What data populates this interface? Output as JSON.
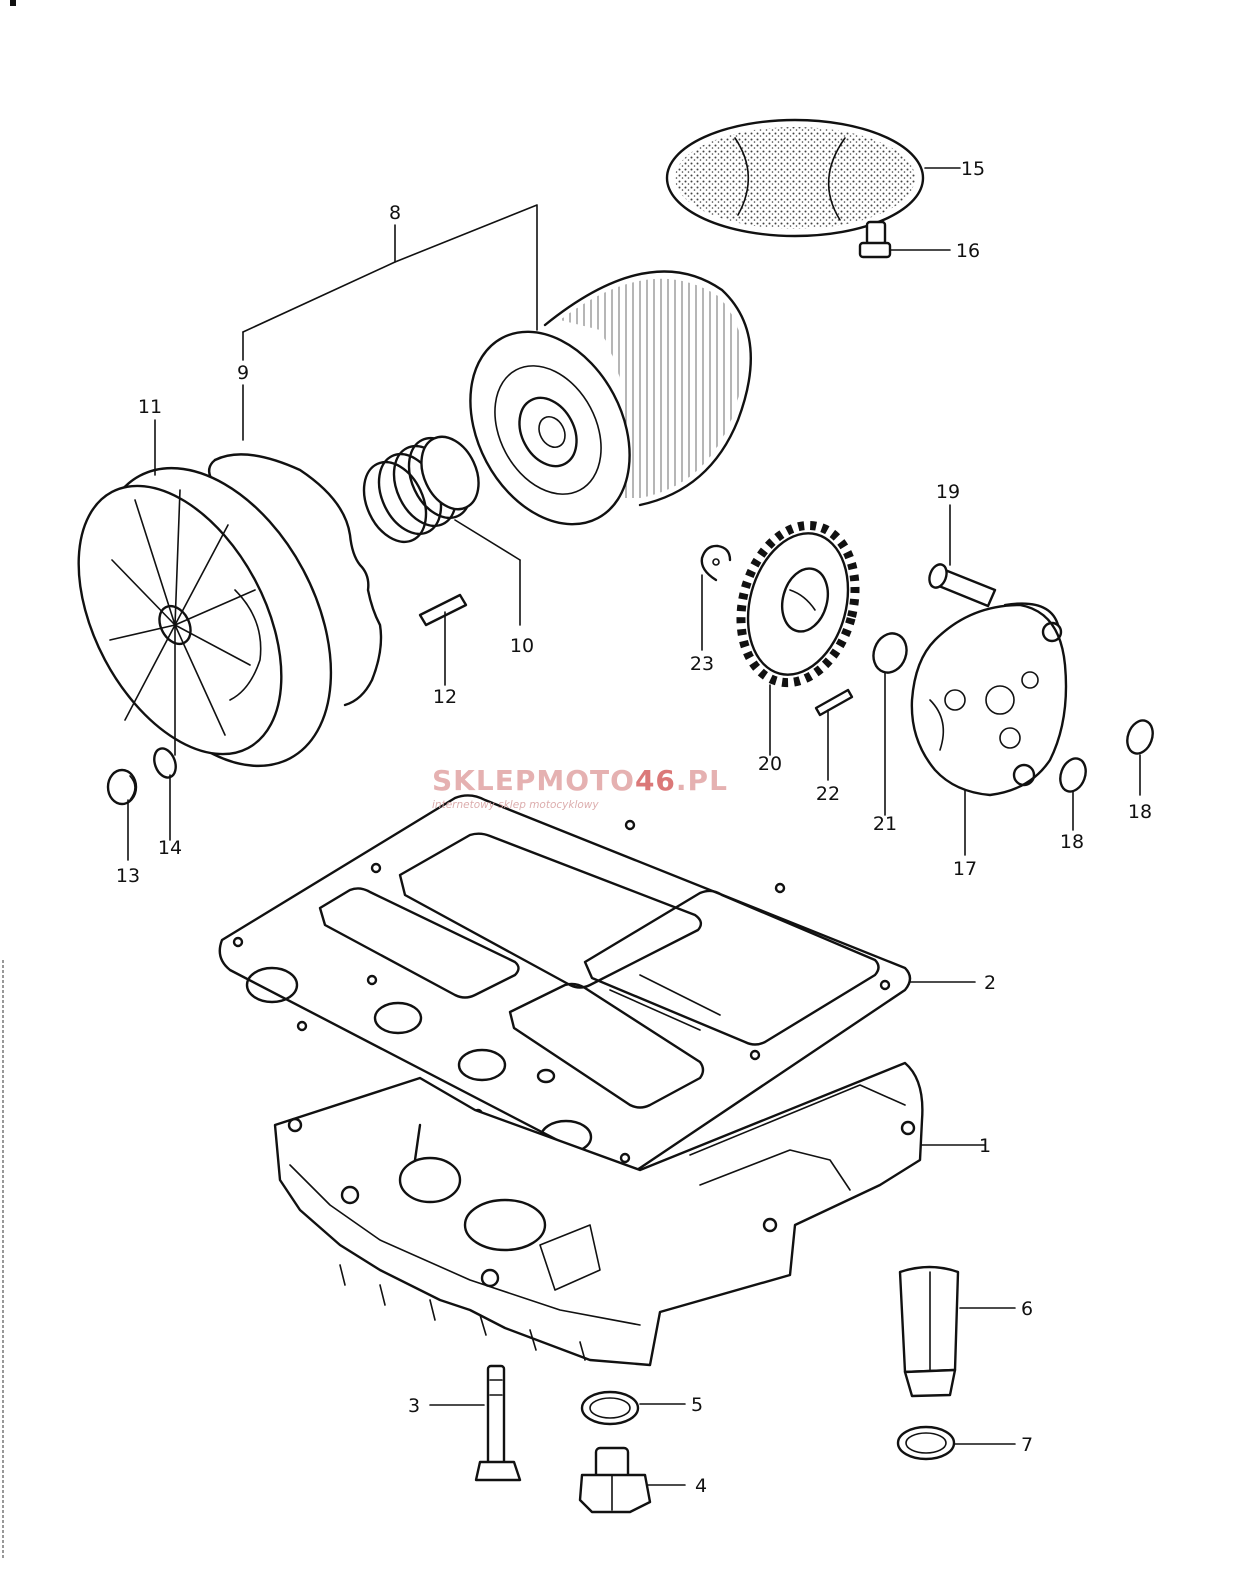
{
  "watermark": {
    "brand_prefix": "SKLEP",
    "brand_main": "MOTO",
    "brand_number": "46",
    "brand_suffix": ".PL",
    "tagline": "internetowy sklep motocyklowy"
  },
  "callouts": [
    {
      "id": "oil-pan",
      "text": "1"
    },
    {
      "id": "oil-pan-gasket",
      "text": "2"
    },
    {
      "id": "pan-bolt",
      "text": "3"
    },
    {
      "id": "drain-plug",
      "text": "4"
    },
    {
      "id": "drain-plug-gasket",
      "text": "5"
    },
    {
      "id": "oil-pressure-switch",
      "text": "6"
    },
    {
      "id": "switch-gasket",
      "text": "7"
    },
    {
      "id": "oil-filter-assy",
      "text": "8"
    },
    {
      "id": "filter-cap-o-ring",
      "text": "9"
    },
    {
      "id": "filter-spring",
      "text": "10"
    },
    {
      "id": "filter-cap",
      "text": "11"
    },
    {
      "id": "dowel-pin-left",
      "text": "12"
    },
    {
      "id": "o-ring-13",
      "text": "13"
    },
    {
      "id": "o-ring-14",
      "text": "14"
    },
    {
      "id": "oil-strainer",
      "text": "15"
    },
    {
      "id": "strainer-screw",
      "text": "16"
    },
    {
      "id": "oil-pump",
      "text": "17"
    },
    {
      "id": "o-ring-18a",
      "text": "18"
    },
    {
      "id": "o-ring-18b",
      "text": "18"
    },
    {
      "id": "pump-bolt",
      "text": "19"
    },
    {
      "id": "pump-gear",
      "text": "20"
    },
    {
      "id": "washer",
      "text": "21"
    },
    {
      "id": "gear-pin",
      "text": "22"
    },
    {
      "id": "circlip",
      "text": "23"
    }
  ]
}
